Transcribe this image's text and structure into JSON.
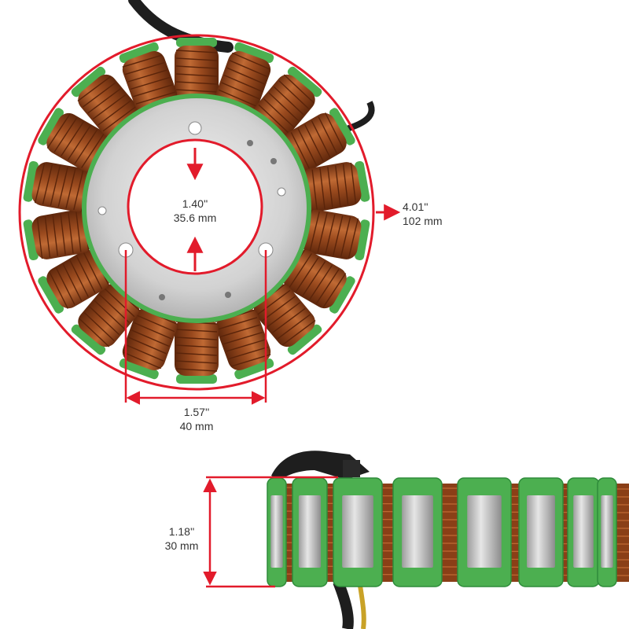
{
  "dimensions": {
    "inner_diameter": {
      "inch": "1.40''",
      "metric": "35.6 mm"
    },
    "outer_diameter": {
      "inch": "4.01''",
      "metric": "102 mm"
    },
    "hole_spacing": {
      "inch": "1.57''",
      "metric": "40 mm"
    },
    "height": {
      "inch": "1.18''",
      "metric": "30 mm"
    }
  },
  "colors": {
    "dimension_line": "#e21b2b",
    "copper": "#9a4a1e",
    "copper_light": "#c06a34",
    "copper_dark": "#6b2e10",
    "insulation_green": "#4caf50",
    "insulation_green_dark": "#2e8b3a",
    "steel": "#d7d7d7",
    "steel_dark": "#a9a9a9",
    "wire_black": "#1e1e1e"
  },
  "icons": {
    "arrow": "dimension-arrow-icon"
  }
}
